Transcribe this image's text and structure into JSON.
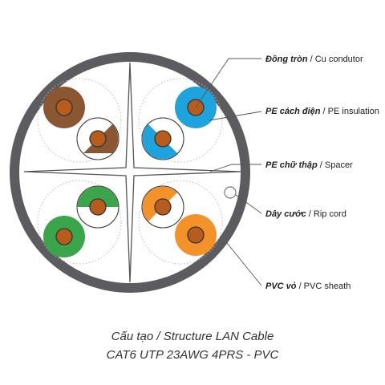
{
  "labels": [
    {
      "vi": "Đồng tròn",
      "en": " / Cu condutor"
    },
    {
      "vi": "PE cách điện",
      "en": " / PE insulation"
    },
    {
      "vi": "PE chữ thập",
      "en": " / Spacer"
    },
    {
      "vi": "Dây cước",
      "en": " / Rip cord"
    },
    {
      "vi": "PVC vỏ",
      "en": " / PVC sheath"
    }
  ],
  "caption": {
    "line1": "Cấu tạo / Structure LAN Cable",
    "line2": "CAT6 UTP 23AWG 4PRS - PVC"
  },
  "colors": {
    "sheath": "#5c5c60",
    "conductor": "#b85c1e",
    "brown": "#8b5632",
    "blue": "#1fa3dc",
    "green": "#3aa54a",
    "orange": "#f4922a",
    "leader": "#555555"
  }
}
